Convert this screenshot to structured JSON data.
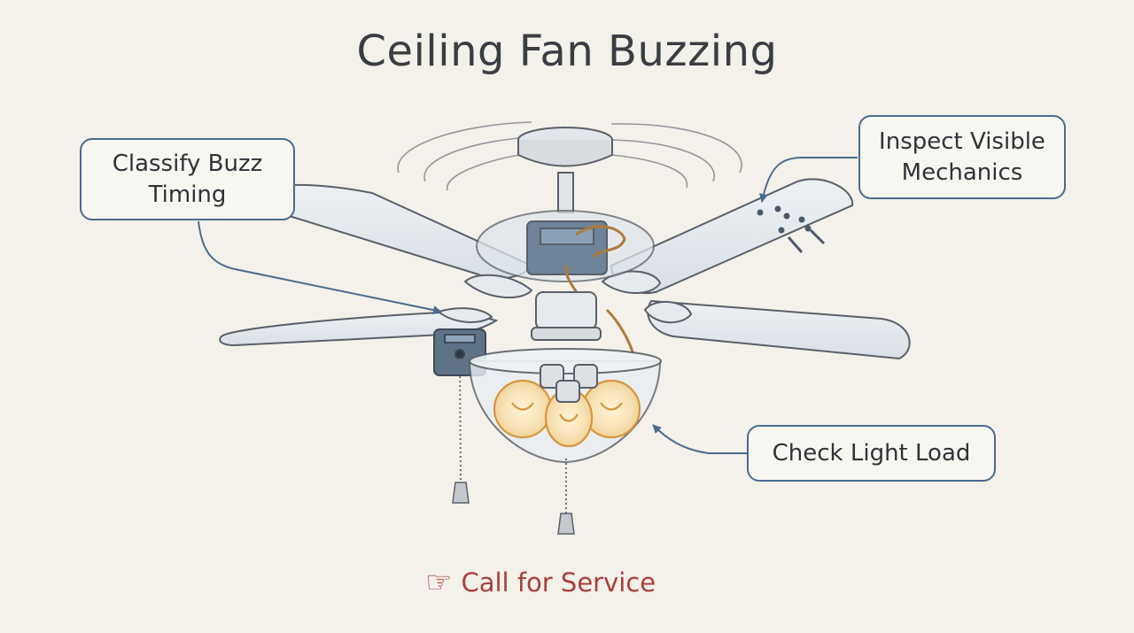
{
  "title": "Ceiling Fan Buzzing",
  "callouts": {
    "classify": "Classify Buzz\nTiming",
    "inspect": "Inspect Visible\nMechanics",
    "light": "Check Light Load"
  },
  "action": {
    "icon": "pointing-hand-icon",
    "glyph": "☞",
    "label": "Call for Service"
  },
  "colors": {
    "callout_border": "#4a6b8e",
    "action": "#a8403c",
    "bulb_glow": "#e0a24a"
  }
}
